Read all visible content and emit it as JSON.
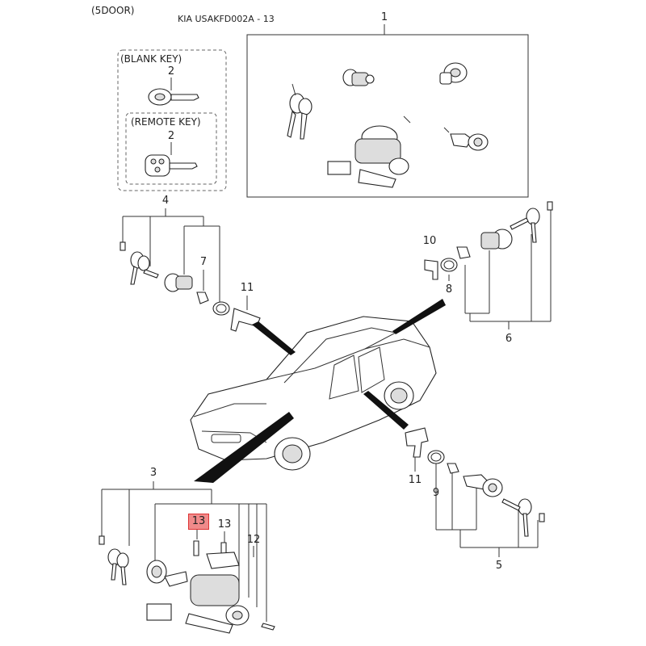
{
  "header": {
    "variant": "(5DOOR)",
    "catalog_code": "KIA USAKFD002A - 13"
  },
  "key_box": {
    "blank_label": "(BLANK KEY)",
    "remote_label": "(REMOTE KEY)"
  },
  "callouts": {
    "c1": "1",
    "c2a": "2",
    "c2b": "2",
    "c3": "3",
    "c4": "4",
    "c5": "5",
    "c6": "6",
    "c7": "7",
    "c8": "8",
    "c9": "9",
    "c10": "10",
    "c11a": "11",
    "c11b": "11",
    "c12": "12",
    "c13": "13",
    "c13_highlight": "13"
  },
  "colors": {
    "highlight": "#f08a8a",
    "highlight_border": "#dd3333",
    "line": "#333333"
  }
}
